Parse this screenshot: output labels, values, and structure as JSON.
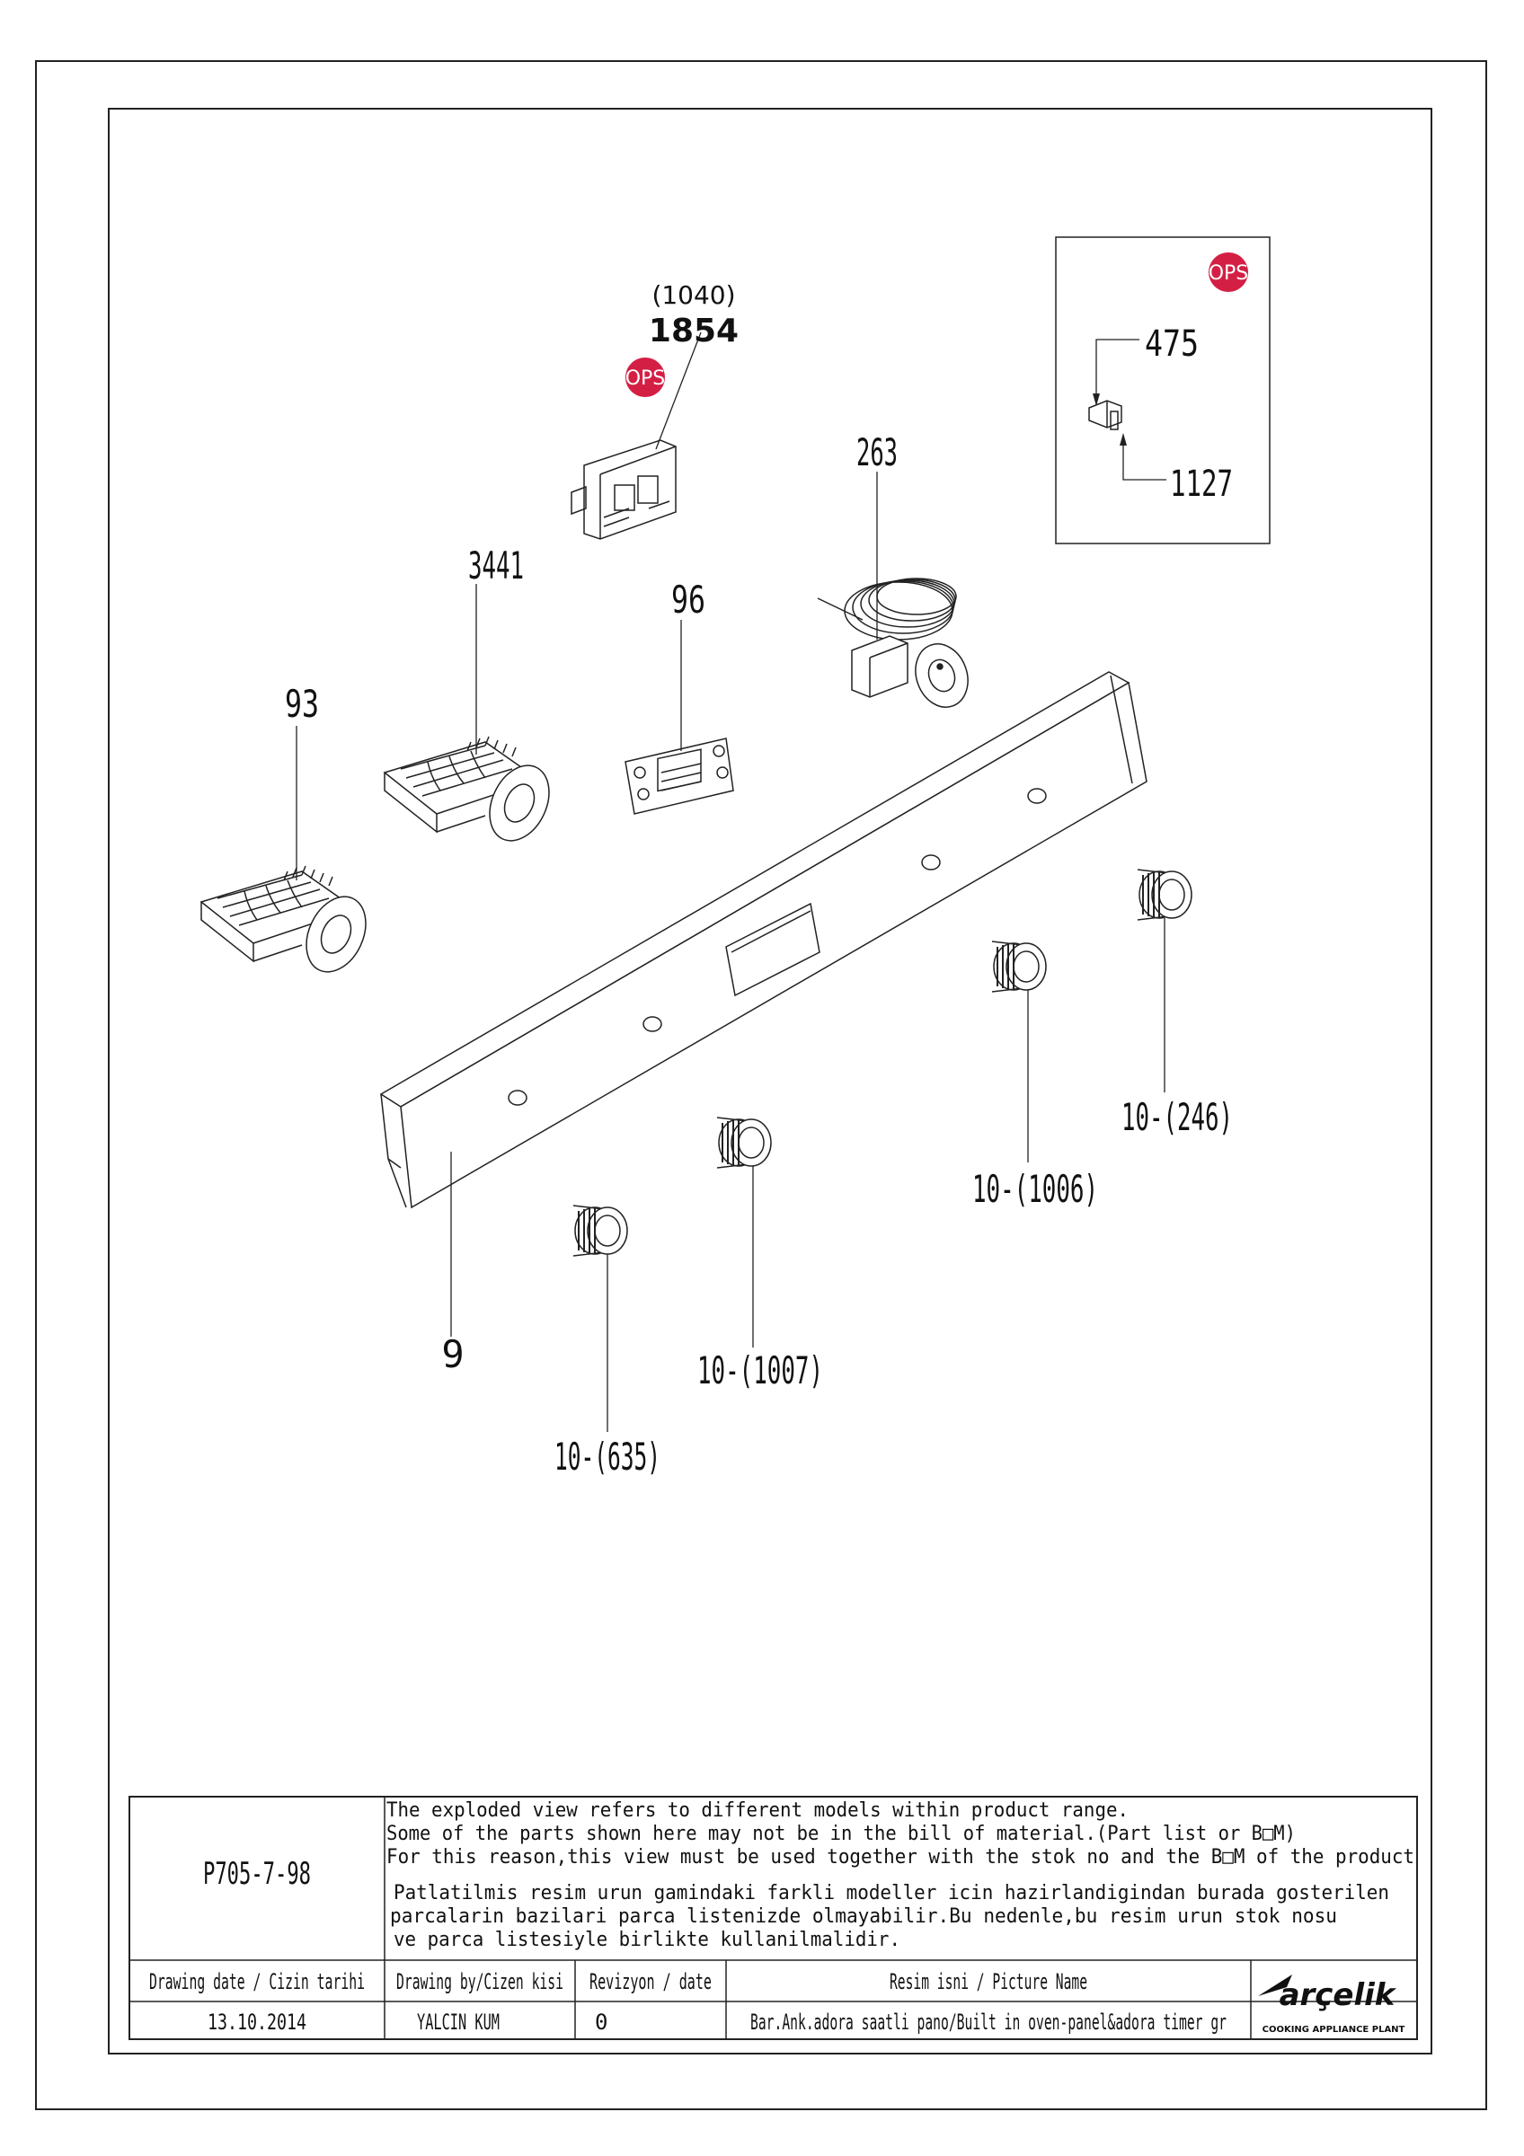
{
  "diagram": {
    "callouts": {
      "p1854_alt": "(1040)",
      "p1854": "1854",
      "p263": "263",
      "p3441": "3441",
      "p96": "96",
      "p93": "93",
      "p9": "9",
      "p475": "475",
      "p1127": "1127",
      "knob_246": "10-(246)",
      "knob_1006": "10-(1006)",
      "knob_1007": "10-(1007)",
      "knob_635": "10-(635)"
    },
    "badges": {
      "ops_main": "OPS",
      "ops_inset": "OPS"
    },
    "colors": {
      "ops_badge": "#d41f45",
      "line": "#222222"
    }
  },
  "titleblock": {
    "drawing_code": "P705-7-98",
    "notes_en": [
      "The exploded view refers to different models within product range.",
      "Some of the parts shown here may not be in the bill of material.(Part list or B□M)",
      "For this reason,this view must be used together with the stok no and the B□M of the product"
    ],
    "notes_tr": [
      "Patlatilmis resim urun gamindaki farkli modeller icin hazirlandigindan burada gosterilen",
      "parcalarin bazilari parca listenizde olmayabilir.Bu nedenle,bu resim urun stok nosu",
      "ve parca listesiyle birlikte kullanilmalidir."
    ],
    "headers": {
      "date": "Drawing date / Cizin tarihi",
      "by": "Drawing by/Cizen kisi",
      "rev": "Revizyon / date",
      "name": "Resim isni / Picture Name"
    },
    "values": {
      "date": "13.10.2014",
      "by": "YALCIN KUM",
      "rev": "0",
      "name": "Bar.Ank.adora saatli pano/Built in oven-panel&adora timer gr"
    },
    "brand": {
      "name": "arçelik",
      "subtitle": "COOKING APPLIANCE PLANT"
    }
  }
}
